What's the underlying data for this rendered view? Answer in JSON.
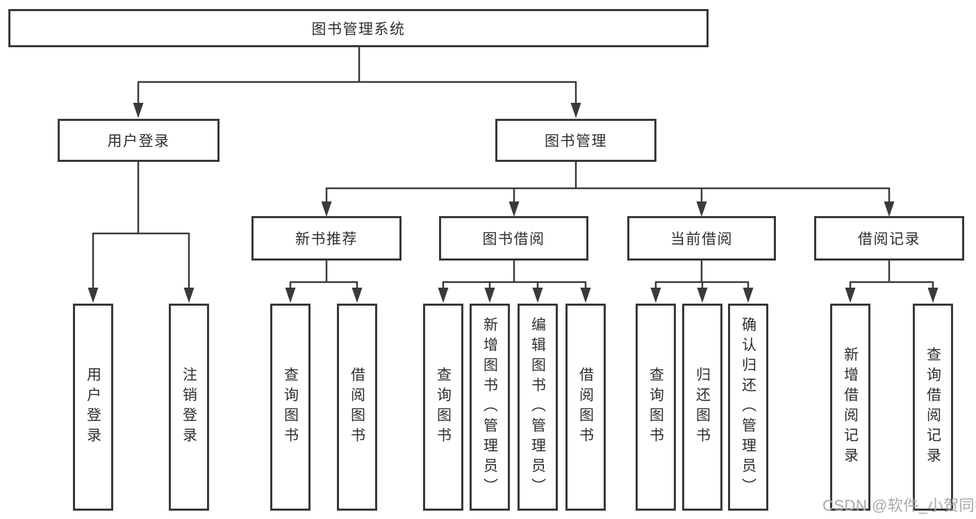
{
  "diagram": {
    "root": {
      "label": "图书管理系统"
    },
    "login": {
      "label": "用户登录",
      "children": [
        {
          "label": "用户登录"
        },
        {
          "label": "注销登录"
        }
      ]
    },
    "management": {
      "label": "图书管理",
      "sections": [
        {
          "label": "新书推荐",
          "children": [
            {
              "label": "查询图书"
            },
            {
              "label": "借阅图书"
            }
          ]
        },
        {
          "label": "图书借阅",
          "children": [
            {
              "label": "查询图书"
            },
            {
              "label": "新增图书（管理员）"
            },
            {
              "label": "编辑图书（管理员）"
            },
            {
              "label": "借阅图书"
            }
          ]
        },
        {
          "label": "当前借阅",
          "children": [
            {
              "label": "查询图书"
            },
            {
              "label": "归还图书"
            },
            {
              "label": "确认归还（管理员）"
            }
          ]
        },
        {
          "label": "借阅记录",
          "children": [
            {
              "label": "新增借阅记录"
            },
            {
              "label": "查询借阅记录"
            }
          ]
        }
      ]
    }
  },
  "watermark": {
    "text": "CSDN @软件_小贺同学"
  },
  "colors": {
    "line": "#3a3a3a",
    "border": "#383838",
    "text": "#2e2e2e",
    "watermark": "#a8a8a8",
    "background": "#ffffff"
  }
}
